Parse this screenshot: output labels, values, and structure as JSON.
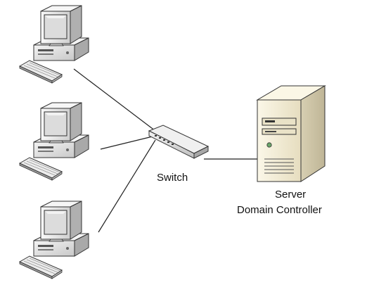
{
  "diagram": {
    "nodes": [
      {
        "id": "workstation-1",
        "kind": "workstation-icon"
      },
      {
        "id": "workstation-2",
        "kind": "workstation-icon"
      },
      {
        "id": "workstation-3",
        "kind": "workstation-icon"
      },
      {
        "id": "switch",
        "kind": "network-switch-icon",
        "label": "Switch"
      },
      {
        "id": "server",
        "kind": "server-tower-icon",
        "label_lines": [
          "Server",
          "Domain Controller"
        ]
      }
    ],
    "edges": [
      {
        "from": "workstation-1",
        "to": "switch"
      },
      {
        "from": "workstation-2",
        "to": "switch"
      },
      {
        "from": "workstation-3",
        "to": "switch"
      },
      {
        "from": "switch",
        "to": "server"
      }
    ],
    "colors": {
      "line": "#222222",
      "computer_light": "#f2f2f2",
      "computer_mid": "#d6d6d6",
      "computer_dark": "#9a9a9a",
      "screen": "#d9d9d9",
      "server_face": "#f4efdc",
      "server_side": "#d8d0b4",
      "switch_body": "#e6e6e6",
      "led": "#6aa56a"
    }
  }
}
